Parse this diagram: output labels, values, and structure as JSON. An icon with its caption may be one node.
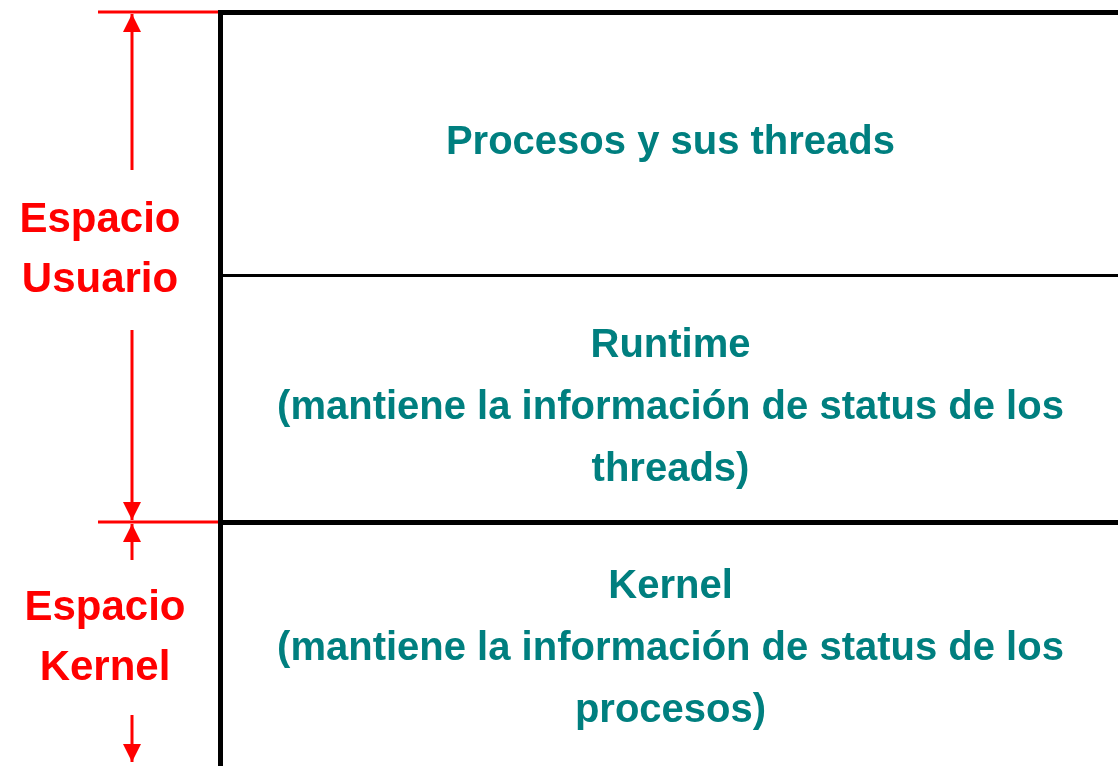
{
  "diagram": {
    "nodes": [
      {
        "text": [
          "Procesos y sus threads"
        ]
      },
      {
        "text": [
          "Runtime",
          "(mantiene la información de status de los threads)"
        ]
      },
      {
        "text": [
          "Kernel",
          "(mantiene la información de status de los procesos)"
        ]
      }
    ],
    "labels": [
      "Espacio Usuario",
      "Espacio Kernel"
    ]
  }
}
